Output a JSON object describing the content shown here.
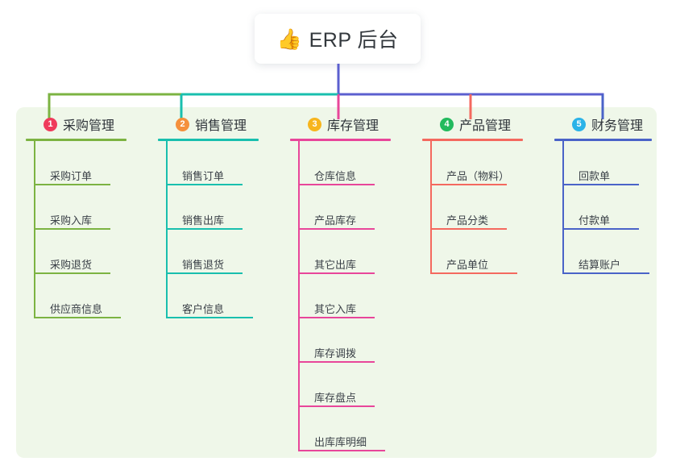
{
  "diagram": {
    "type": "mindmap",
    "root": {
      "icon": "thumbs-up-emoji",
      "icon_glyph": "👍",
      "title": "ERP 后台"
    },
    "panel_color": "#eff7e9",
    "background_color": "#ffffff",
    "trunk_color": "#5b5fcf",
    "branches": [
      {
        "number": "1",
        "label": "采购管理",
        "badge_color": "#ef3b5b",
        "line_color": "#7cb342",
        "connector_color": "#7cb342",
        "items": [
          "采购订单",
          "采购入库",
          "采购退货",
          "供应商信息"
        ]
      },
      {
        "number": "2",
        "label": "销售管理",
        "badge_color": "#f5903c",
        "line_color": "#19bfae",
        "connector_color": "#19bfae",
        "items": [
          "销售订单",
          "销售出库",
          "销售退货",
          "客户信息"
        ]
      },
      {
        "number": "3",
        "label": "库存管理",
        "badge_color": "#f7b51d",
        "line_color": "#e8469a",
        "connector_color": "#e8469a",
        "items": [
          "仓库信息",
          "产品库存",
          "其它出库",
          "其它入库",
          "库存调拨",
          "库存盘点",
          "出库库明细"
        ]
      },
      {
        "number": "4",
        "label": "产品管理",
        "badge_color": "#23ba5e",
        "line_color": "#f4695f",
        "connector_color": "#f4695f",
        "items": [
          "产品（物料）",
          "产品分类",
          "产品单位"
        ]
      },
      {
        "number": "5",
        "label": "财务管理",
        "badge_color": "#2bb3e8",
        "line_color": "#4a63c8",
        "connector_color": "#4a63c8",
        "items": [
          "回款单",
          "付款单",
          "结算账户"
        ]
      }
    ]
  }
}
